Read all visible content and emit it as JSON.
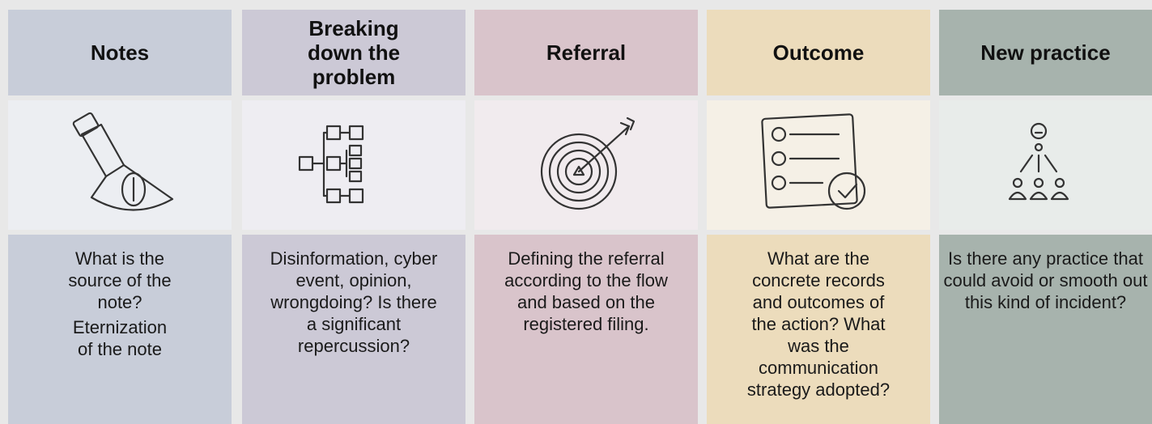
{
  "columns": [
    {
      "title": "Notes",
      "icon": "flashlight-icon",
      "paragraphs": [
        "What is the source of the note?",
        "Eternization of the note"
      ]
    },
    {
      "title": "Breaking down the problem",
      "icon": "tree-diagram-icon",
      "paragraphs": [
        "Disinformation, cyber event, opinion, wrongdoing? Is there a significant repercussion?"
      ]
    },
    {
      "title": "Referral",
      "icon": "target-icon",
      "paragraphs": [
        "Defining the referral according to the flow and based on the registered filing."
      ]
    },
    {
      "title": "Outcome",
      "icon": "checklist-icon",
      "paragraphs": [
        "What are the concrete records and outcomes of the action? What was the communication strategy adopted?"
      ]
    },
    {
      "title": "New practice",
      "icon": "leader-team-icon",
      "paragraphs": [
        "Is there any practice that could avoid or smooth out this kind of incident?"
      ]
    }
  ],
  "colors": {
    "notes": "#c8cdd9",
    "breaking_down": "#ccc9d6",
    "referral": "#d9c4cb",
    "outcome": "#ecdcbc",
    "new_practice": "#a7b3ad"
  }
}
